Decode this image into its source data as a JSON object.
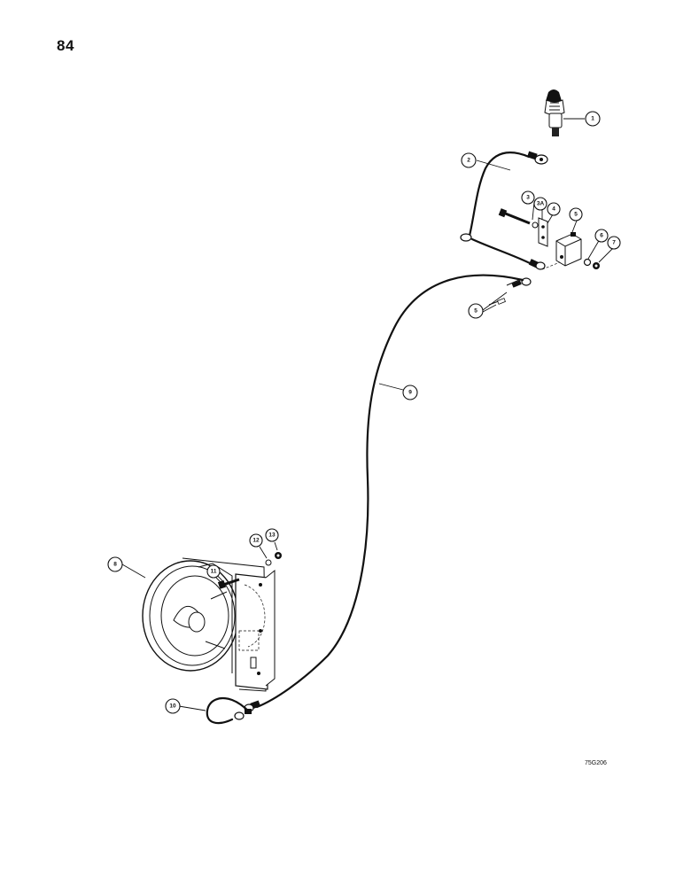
{
  "page": {
    "number": "84",
    "drawing_code": "75G206"
  },
  "callouts": [
    {
      "id": "c1",
      "label": "1"
    },
    {
      "id": "c2",
      "label": "2"
    },
    {
      "id": "c3",
      "label": "3"
    },
    {
      "id": "c3a",
      "label": "3A"
    },
    {
      "id": "c4",
      "label": "4"
    },
    {
      "id": "c5",
      "label": "5"
    },
    {
      "id": "c6",
      "label": "6"
    },
    {
      "id": "c7",
      "label": "7"
    },
    {
      "id": "c8",
      "label": "8"
    },
    {
      "id": "c9",
      "label": "9"
    },
    {
      "id": "c10",
      "label": "10"
    },
    {
      "id": "c11",
      "label": "11"
    },
    {
      "id": "c12",
      "label": "12"
    },
    {
      "id": "c13",
      "label": "13"
    },
    {
      "id": "c5b",
      "label": "5"
    }
  ]
}
